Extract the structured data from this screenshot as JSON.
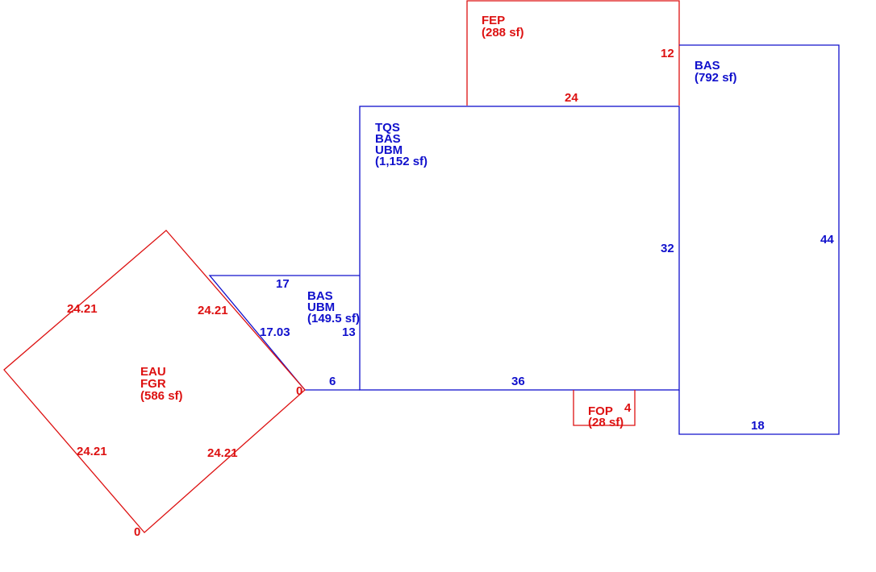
{
  "colors": {
    "living_area": "#1010cc",
    "other_area": "#dd1111",
    "background": "#ffffff"
  },
  "areas": {
    "fep": {
      "lines": [
        "FEP",
        "(288 sf)"
      ]
    },
    "bas_right": {
      "lines": [
        "BAS",
        "(792 sf)"
      ]
    },
    "main": {
      "lines": [
        "TQS",
        "BAS",
        "UBM",
        "(1,152 sf)"
      ]
    },
    "small": {
      "lines": [
        "BAS",
        "UBM",
        "(149.5 sf)"
      ]
    },
    "garage": {
      "lines": [
        "EAU",
        "FGR",
        "(586 sf)"
      ]
    },
    "fop": {
      "lines": [
        "FOP",
        "(28 sf)"
      ]
    }
  },
  "dimensions": {
    "fep_top": "12",
    "fep_width": "24",
    "main_height": "32",
    "main_width": "36",
    "right_height": "44",
    "right_width": "18",
    "small_top": "17",
    "small_diag": "17.03",
    "small_height": "13",
    "small_bottom": "6",
    "fop_depth": "4",
    "garage_ul": "24.21",
    "garage_ur": "24.21",
    "garage_ll": "24.21",
    "garage_lr": "24.21",
    "garage_corner_right": "0",
    "garage_corner_bottom": "0"
  }
}
